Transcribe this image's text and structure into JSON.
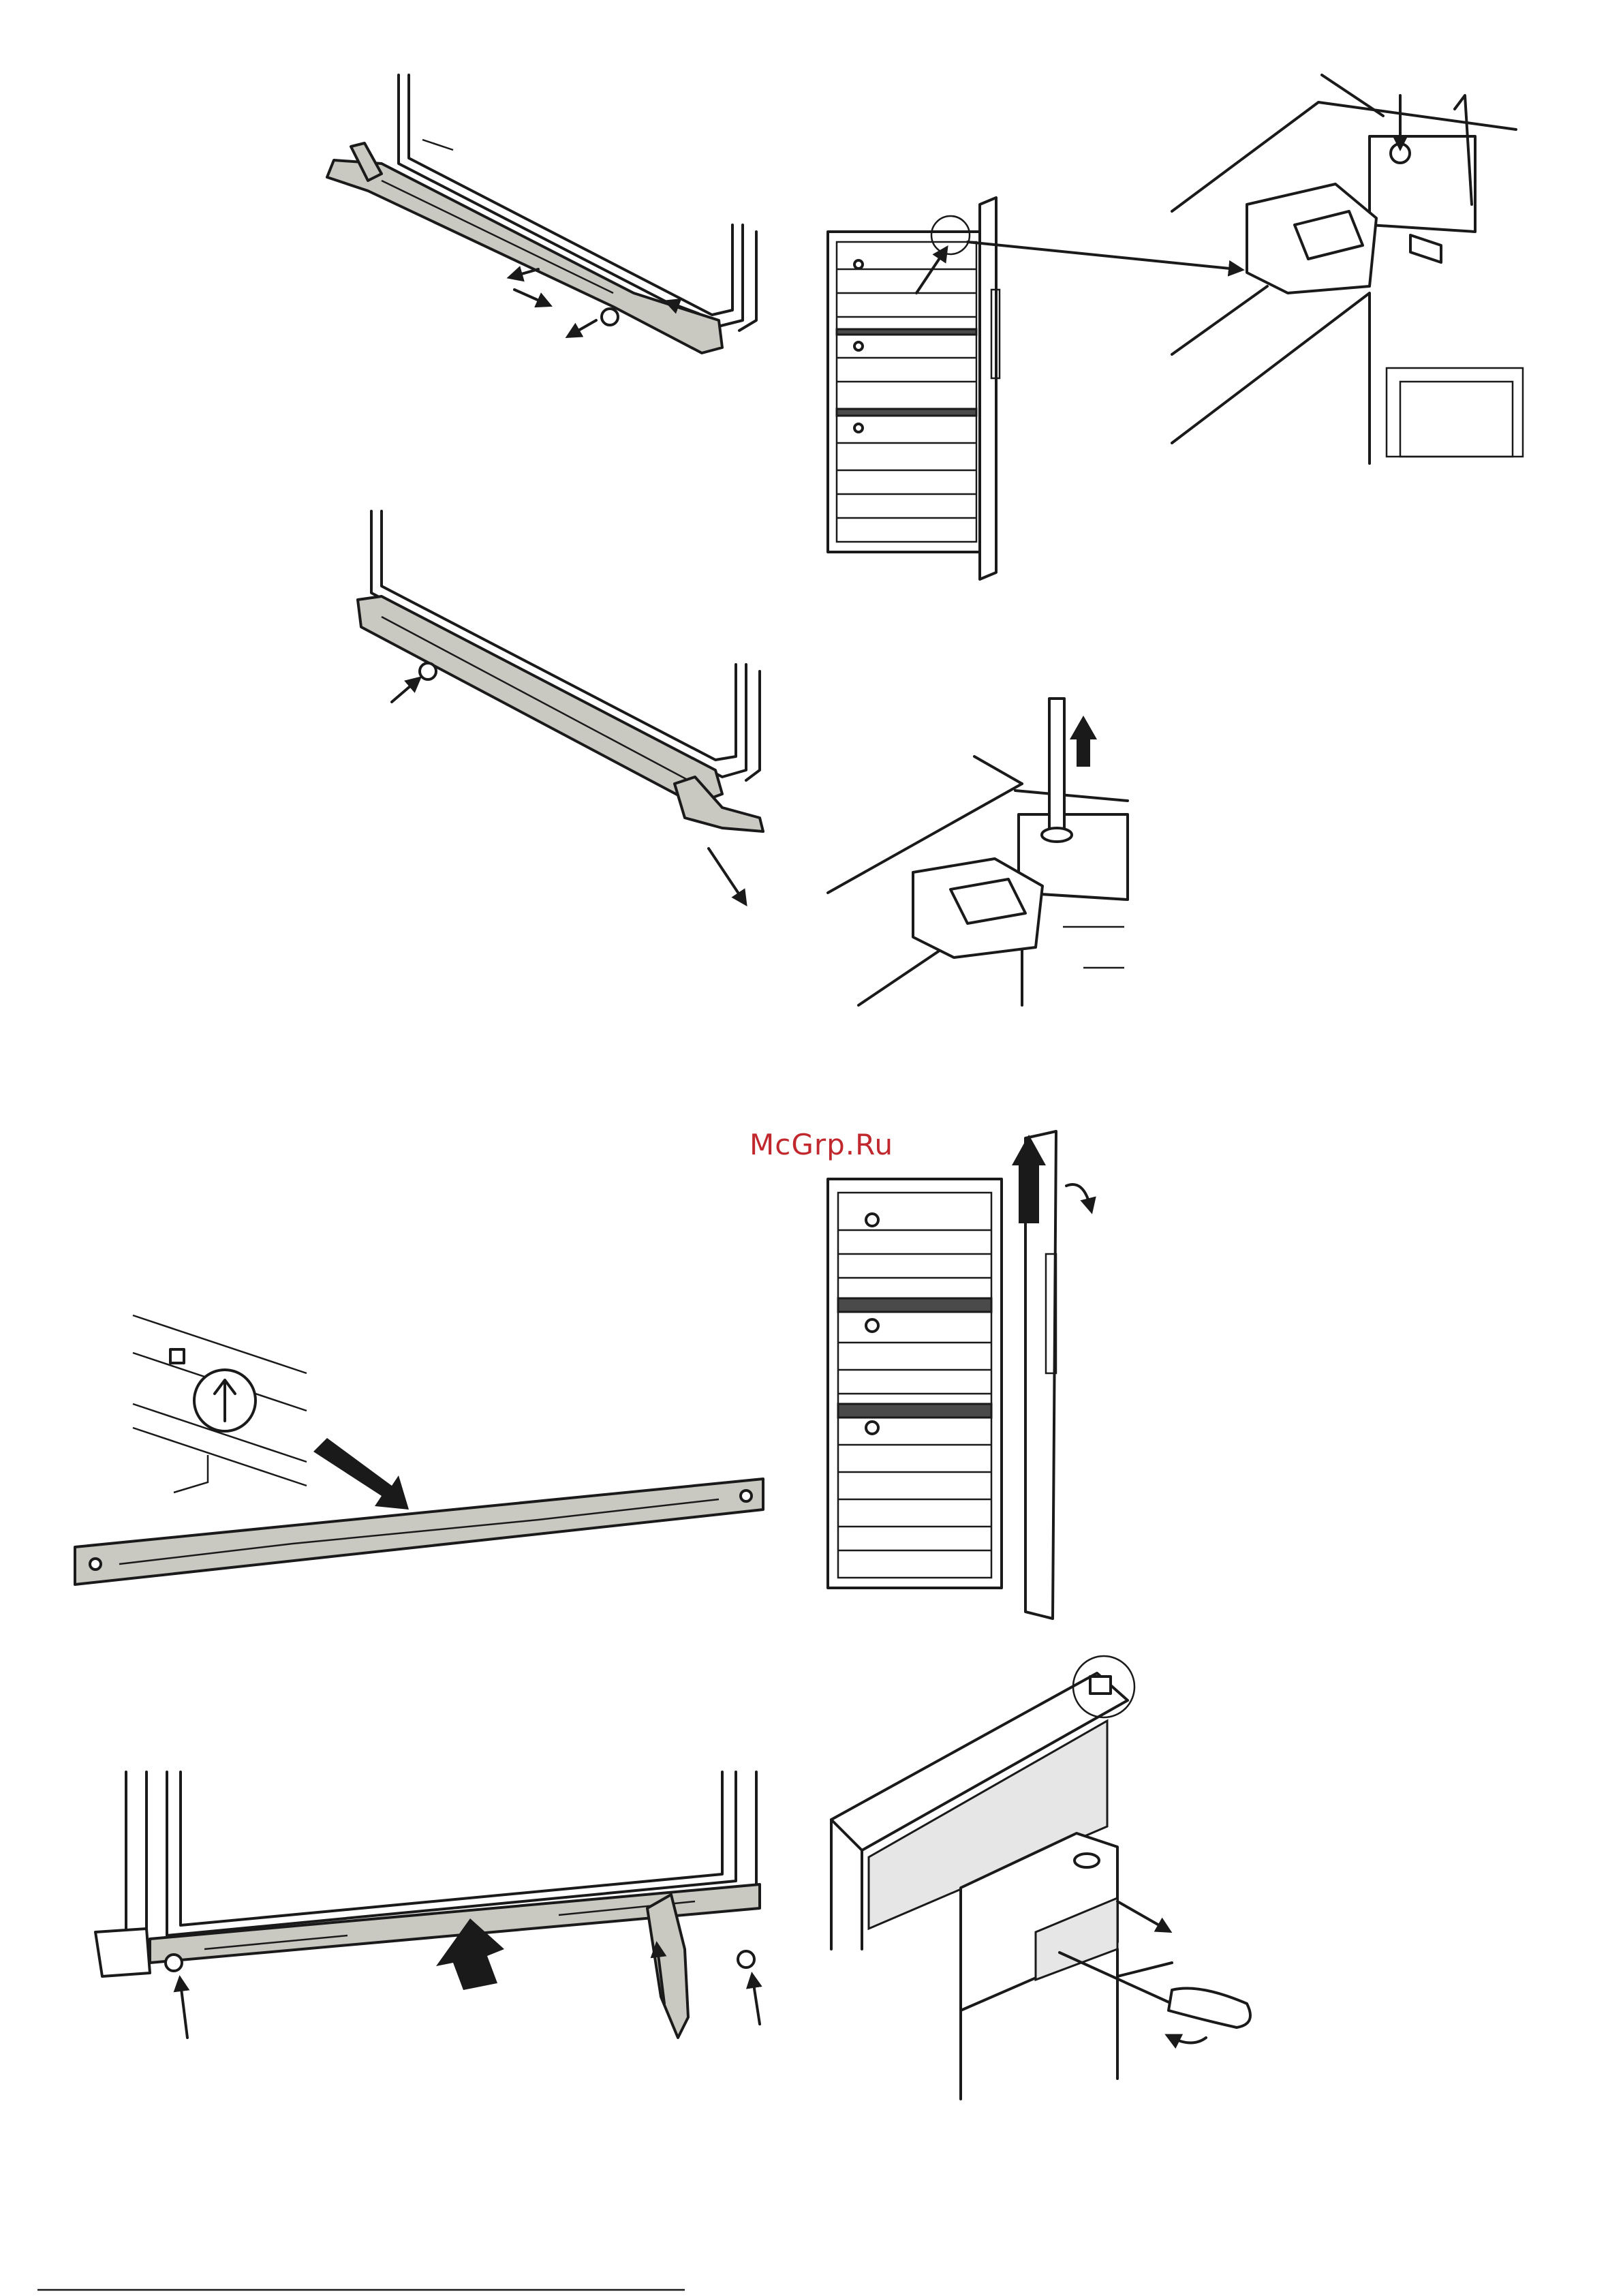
{
  "watermark": {
    "text": "McGrp.Ru",
    "color": "#c0282d"
  },
  "panels": [
    {
      "id": "remove-bottom-rail",
      "icons": [
        "rail-icon",
        "screw-icon",
        "arrow-icon"
      ]
    },
    {
      "id": "cabinet-open-door-top-hinge",
      "icons": [
        "cabinet-icon",
        "hinge-icon",
        "arrow-icon"
      ]
    },
    {
      "id": "hinge-pin-detail",
      "icons": [
        "hinge-icon",
        "pin-icon",
        "arrow-icon"
      ]
    },
    {
      "id": "slide-rail-out",
      "icons": [
        "rail-icon",
        "arrow-icon"
      ]
    },
    {
      "id": "lift-hinge-pin",
      "icons": [
        "hinge-icon",
        "pin-icon",
        "arrow-icon"
      ]
    },
    {
      "id": "rail-orientation",
      "icons": [
        "rail-icon",
        "up-arrow-icon"
      ]
    },
    {
      "id": "lift-door-off",
      "icons": [
        "cabinet-icon",
        "door-icon",
        "arrow-icon"
      ]
    },
    {
      "id": "refit-rail-screws",
      "icons": [
        "rail-icon",
        "screw-icon",
        "arrow-icon"
      ]
    },
    {
      "id": "remove-hinge-cover-screwdriver",
      "icons": [
        "hinge-icon",
        "screwdriver-icon",
        "arrow-icon"
      ]
    }
  ],
  "colors": {
    "line": "#1a1a1a",
    "part_fill": "#c9c9c2",
    "shelf_band": "#4a4a4a",
    "background": "#ffffff"
  }
}
